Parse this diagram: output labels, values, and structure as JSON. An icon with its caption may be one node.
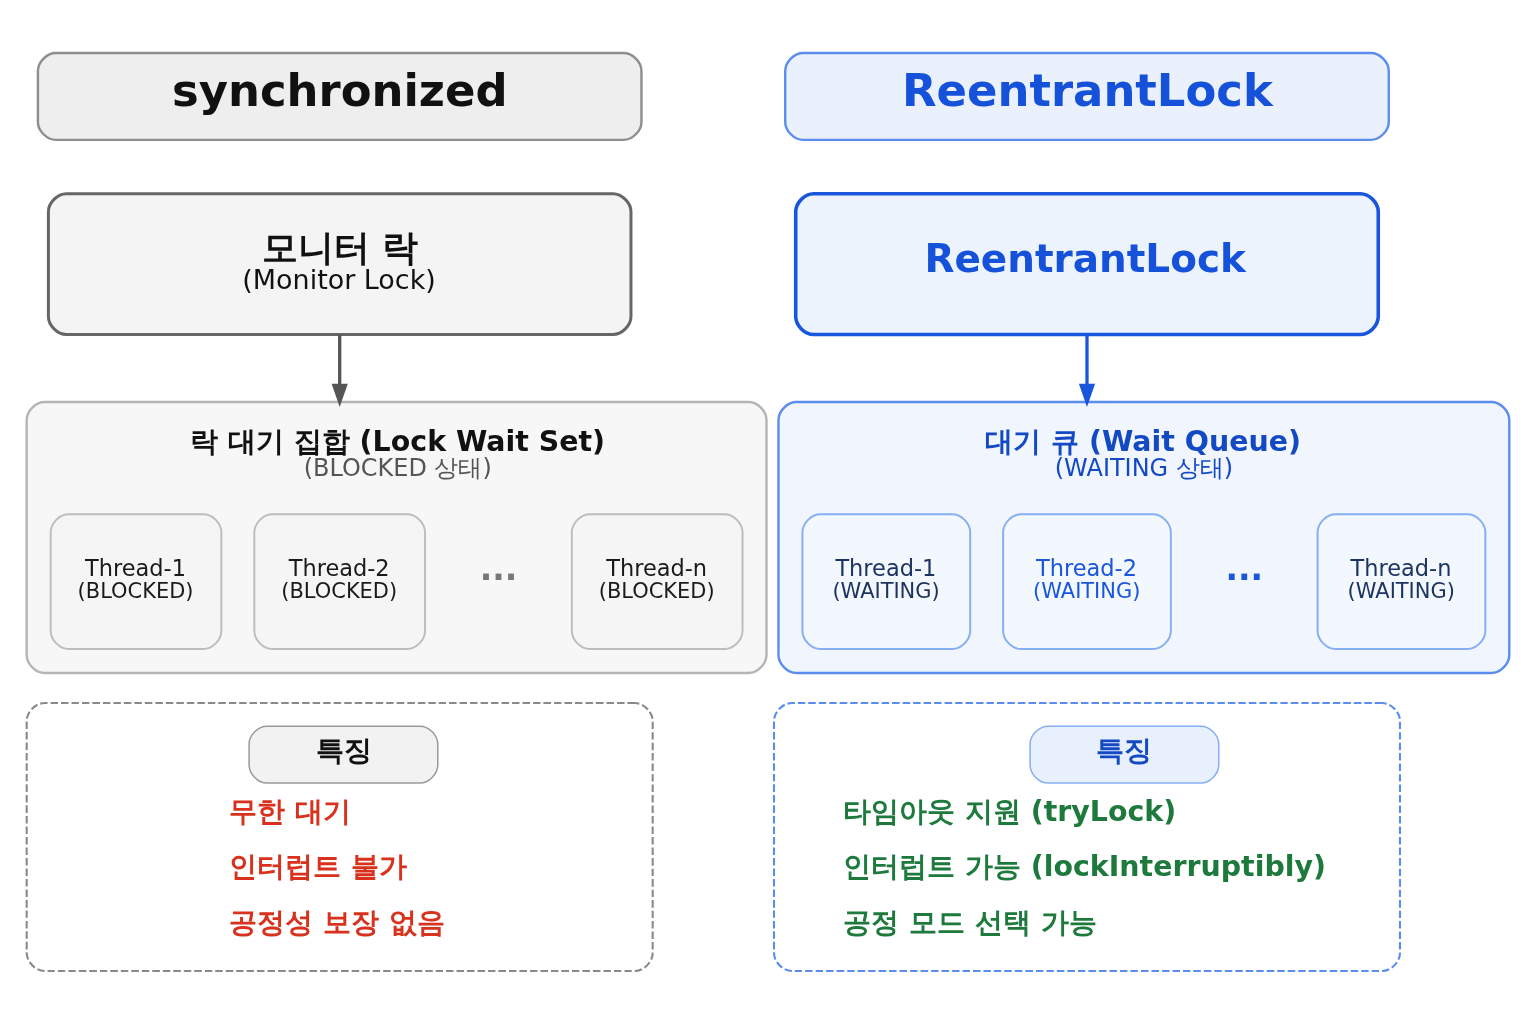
{
  "diagram": {
    "nodes": [
      {
        "text": [
          "synchronized"
        ]
      },
      {
        "text": [
          "모니터 락",
          "(Monitor Lock)"
        ]
      },
      {
        "text": [
          "락 대기 집합 (Lock Wait Set)",
          "(BLOCKED 상태)"
        ]
      },
      {
        "text": [
          "Thread-1",
          "(BLOCKED)"
        ],
        "in": 2
      },
      {
        "text": [
          "Thread-2",
          "(BLOCKED)"
        ],
        "in": 2
      },
      {
        "text": [
          "Thread-n",
          "(BLOCKED)"
        ],
        "in": 2
      },
      {
        "text": [
          "특징",
          "무한 대기",
          "인터럽트 불가",
          "공정성 보장 없음"
        ]
      },
      {
        "text": [
          "ReentrantLock"
        ]
      },
      {
        "text": [
          "ReentrantLock"
        ]
      },
      {
        "text": [
          "대기 큐 (Wait Queue)",
          "(WAITING 상태)"
        ]
      },
      {
        "text": [
          "Thread-1",
          "(WAITING)"
        ],
        "in": 9
      },
      {
        "text": [
          "Thread-2",
          "(WAITING)"
        ],
        "in": 9
      },
      {
        "text": [
          "Thread-n",
          "(WAITING)"
        ],
        "in": 9
      },
      {
        "text": [
          "특징",
          "타임아웃 지원 (tryLock)",
          "인터럽트 가능 (lockInterruptibly)",
          "공정 모드 선택 가능"
        ]
      }
    ],
    "edges": [
      {
        "from": 1,
        "to": 2,
        "arrow": "to",
        "color": "#555555"
      },
      {
        "from": 8,
        "to": 9,
        "arrow": "to",
        "color": "#1a56db"
      }
    ],
    "labels": [
      "···",
      "···"
    ]
  }
}
